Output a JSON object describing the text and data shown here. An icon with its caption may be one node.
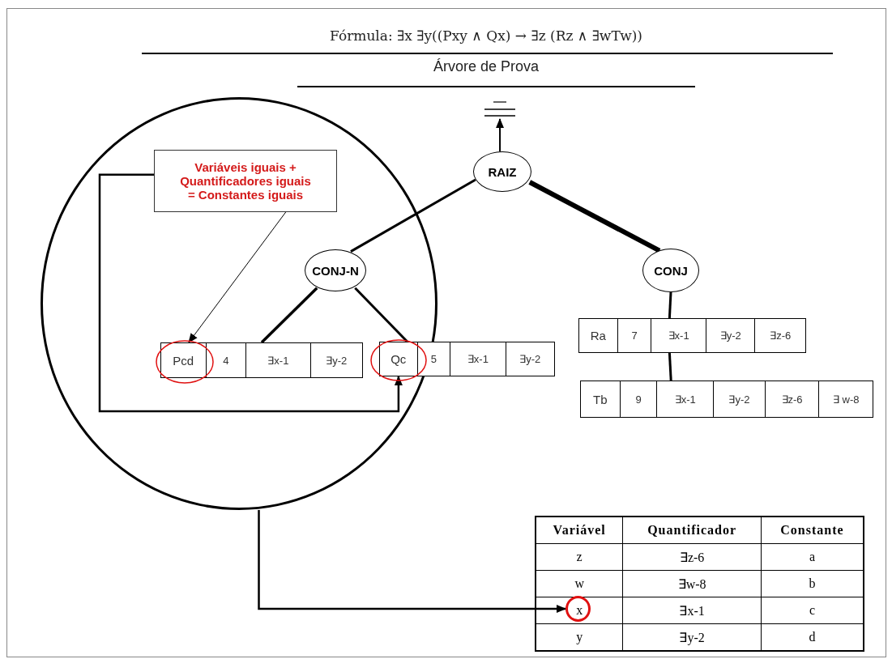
{
  "diagram": {
    "title": "Fórmula: ∃x ∃y((Pxy ∧ Qx) → ∃z (Rz ∧ ∃wTw))",
    "nodes": [
      {
        "text": [],
        "shape": "bar"
      },
      {
        "text": [
          "RAIZ"
        ]
      },
      {
        "text": [],
        "shape": "circle"
      },
      {
        "text": [
          "Variáveis iguais + Quantificadores iguais = Constantes iguais"
        ],
        "in": 2
      },
      {
        "text": [
          "CONJ-N"
        ],
        "in": 2
      },
      {
        "text": [
          "CONJ"
        ]
      },
      {
        "text": [
          "Pcd",
          "4",
          "∃x-1",
          "∃y-2"
        ],
        "in": 2
      },
      {
        "text": [
          "Qc",
          "5",
          "∃x-1",
          "∃y-2"
        ]
      },
      {
        "text": [
          "Ra",
          "7",
          "∃x-1",
          "∃y-2",
          "∃z-6"
        ]
      },
      {
        "text": [
          "Tb",
          "9",
          "∃x-1",
          "∃y-2",
          "∃z-6",
          "∃ w-8"
        ]
      },
      {
        "text": [],
        "shape": "circle"
      }
    ],
    "edges": [
      {
        "from": 1,
        "to": 0,
        "arrow": "to"
      },
      {
        "from": 1,
        "to": 4,
        "arrow": "none"
      },
      {
        "from": 1,
        "to": 5,
        "arrow": "none",
        "style": "thick"
      },
      {
        "from": 4,
        "to": 6,
        "arrow": "none"
      },
      {
        "from": 4,
        "to": 7,
        "arrow": "none"
      },
      {
        "from": 5,
        "to": 8,
        "arrow": "none"
      },
      {
        "from": 8,
        "to": 9,
        "arrow": "none"
      },
      {
        "from": 3,
        "to": 6,
        "arrow": "to"
      },
      {
        "from": 3,
        "to": 7,
        "arrow": "to"
      },
      {
        "from": 2,
        "to": 10,
        "arrow": "to"
      }
    ],
    "labels": [
      "Árvore de Prova",
      "Variável",
      "Quantificador",
      "Constante",
      "z",
      "∃z-6",
      "a",
      "w",
      "∃w-8",
      "b",
      "x",
      "∃x-1",
      "c",
      "y",
      "∃y-2",
      "d"
    ]
  }
}
